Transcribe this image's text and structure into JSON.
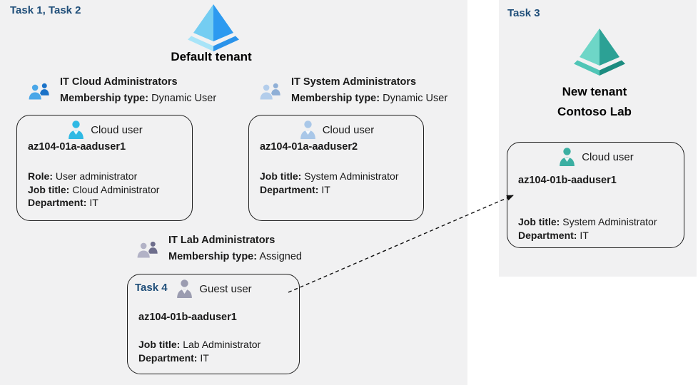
{
  "colors": {
    "panel_bg": "#f1f1f2",
    "task_label_blue": "#1f4e79",
    "text_dark": "#1a1a1a",
    "box_border": "#1f1f1f",
    "arrow_color": "#111111",
    "azure_blue_left": "#74cdf2",
    "azure_blue_right": "#2d9af0",
    "azure_blue_base_left": "#a8e4f8",
    "azure_blue_base_right": "#2a93ea",
    "azure_teal_left": "#6ed6c7",
    "azure_teal_right": "#2ca195",
    "azure_teal_base_left": "#50c5b6",
    "azure_teal_base_right": "#1c8c80",
    "cloud_user1_icon": "#2fb9e4",
    "cloud_user2_icon": "#a9c7e8",
    "guest_user_icon": "#9b9cb0",
    "new_tenant_user_icon": "#3bafa2",
    "group_cloud_front": "#4aa7e8",
    "group_cloud_back": "#1a72c8",
    "group_system_front": "#b3cdeb",
    "group_system_back": "#8fafd6",
    "group_lab_front": "#b2b2c6",
    "group_lab_back": "#6e6e8c"
  },
  "default_tenant": {
    "task_label": "Task 1, Task 2",
    "tenant_name": "Default tenant",
    "groups": [
      {
        "name": "IT Cloud Administrators",
        "membership_label": "Membership type:",
        "membership_value": "Dynamic User"
      },
      {
        "name": "IT System Administrators",
        "membership_label": "Membership type:",
        "membership_value": "Dynamic User"
      },
      {
        "name": "IT Lab Administrators",
        "membership_label": "Membership type:",
        "membership_value": "Assigned"
      }
    ],
    "users": [
      {
        "type_label": "Cloud user",
        "name": "az104-01a-aaduser1",
        "attributes": [
          {
            "label": "Role:",
            "value": "User administrator"
          },
          {
            "label": "Job title:",
            "value": "Cloud Administrator"
          },
          {
            "label": "Department:",
            "value": "IT"
          }
        ]
      },
      {
        "type_label": "Cloud user",
        "name": "az104-01a-aaduser2",
        "attributes": [
          {
            "label": "Job title:",
            "value": "System Administrator"
          },
          {
            "label": "Department:",
            "value": "IT"
          }
        ]
      },
      {
        "task_label": "Task 4",
        "type_label": "Guest user",
        "name": "az104-01b-aaduser1",
        "attributes": [
          {
            "label": "Job title:",
            "value": "Lab Administrator"
          },
          {
            "label": "Department:",
            "value": "IT"
          }
        ]
      }
    ]
  },
  "new_tenant": {
    "task_label": "Task 3",
    "tenant_name_line1": "New tenant",
    "tenant_name_line2": "Contoso Lab",
    "user": {
      "type_label": "Cloud user",
      "name": "az104-01b-aaduser1",
      "attributes": [
        {
          "label": "Job title:",
          "value": "System Administrator"
        },
        {
          "label": "Department:",
          "value": "IT"
        }
      ]
    }
  }
}
